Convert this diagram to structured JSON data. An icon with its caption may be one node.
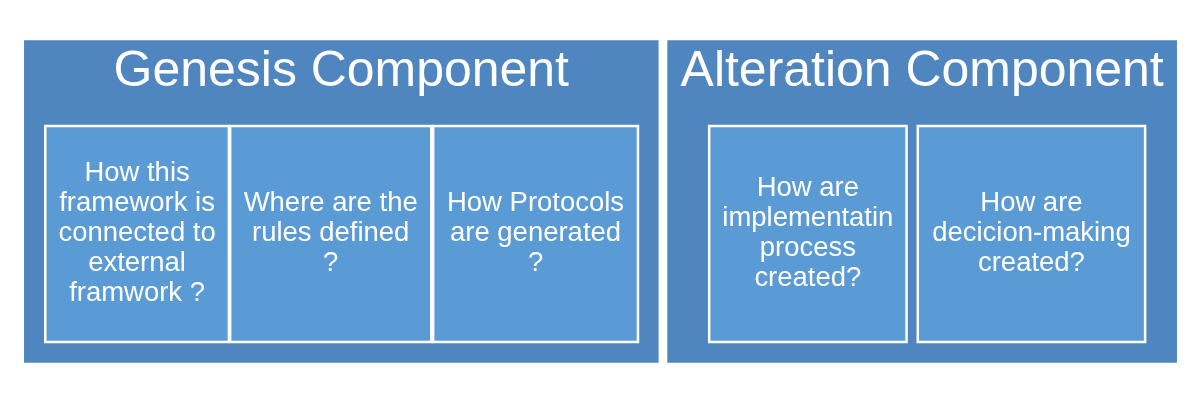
{
  "diagram": {
    "nodes": [
      {
        "text": [
          "Genesis Component"
        ]
      },
      {
        "text": [
          "How this framework is connected to external framwork ?"
        ],
        "in": 0
      },
      {
        "text": [
          "Where are the rules defined ?"
        ],
        "in": 0
      },
      {
        "text": [
          "How Protocols are generated ?"
        ],
        "in": 0
      },
      {
        "text": [
          "Alteration Component"
        ]
      },
      {
        "text": [
          "How are implementatin process created?"
        ],
        "in": 4
      },
      {
        "text": [
          "How are decicion-making created?"
        ],
        "in": 4
      }
    ]
  }
}
